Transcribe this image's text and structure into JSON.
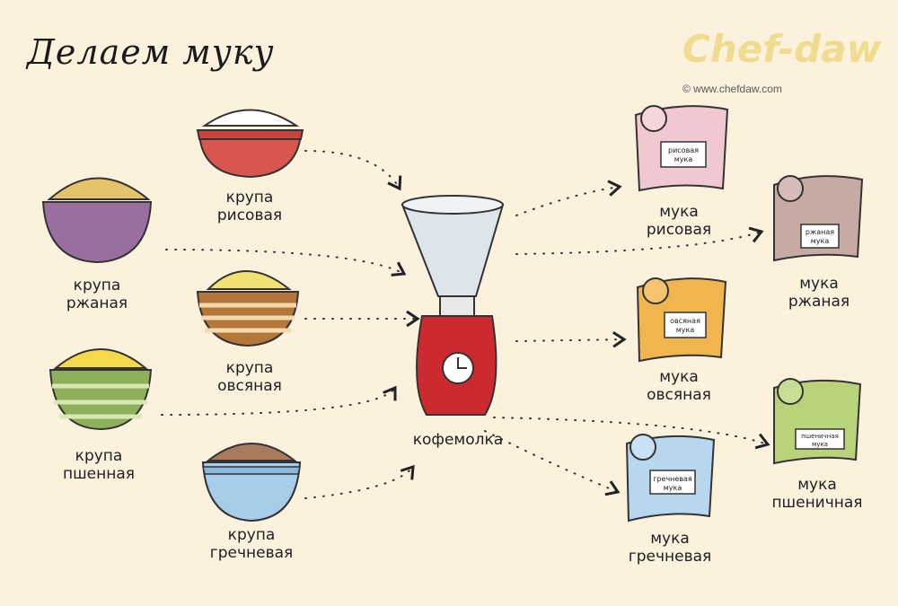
{
  "header": {
    "title": "Делаем муку",
    "brand": "Chef-daw",
    "site": "© www.chefdaw.com"
  },
  "grains": [
    {
      "id": "rice",
      "line1": "крупа",
      "line2": "рисовая"
    },
    {
      "id": "rye",
      "line1": "крупа",
      "line2": "ржаная"
    },
    {
      "id": "oat",
      "line1": "крупа",
      "line2": "овсяная"
    },
    {
      "id": "millet",
      "line1": "крупа",
      "line2": "пшенная"
    },
    {
      "id": "buckwheat",
      "line1": "крупа",
      "line2": "гречневая"
    }
  ],
  "grinder": {
    "label": "кофемолка"
  },
  "flours": [
    {
      "id": "rice",
      "bag_text1": "рисовая",
      "bag_text2": "мука",
      "line1": "мука",
      "line2": "рисовая"
    },
    {
      "id": "rye",
      "bag_text1": "ржаная",
      "bag_text2": "мука",
      "line1": "мука",
      "line2": "ржаная"
    },
    {
      "id": "oat",
      "bag_text1": "овсяная",
      "bag_text2": "мука",
      "line1": "мука",
      "line2": "овсяная"
    },
    {
      "id": "wheat",
      "bag_text1": "пшеничная",
      "bag_text2": "мука",
      "line1": "мука",
      "line2": "пшеничная"
    },
    {
      "id": "buckwheat",
      "bag_text1": "гречневая",
      "bag_text2": "мука",
      "line1": "мука",
      "line2": "гречневая"
    }
  ],
  "colors": {
    "background": "#fbf1dd",
    "rice_bowl": "#d9564f",
    "rye_bowl": "#9a6f9f",
    "oat_bowl": "#b5763a",
    "millet_bowl": "#8fb05a",
    "buckwheat_bowl": "#a8cde8",
    "grinder_body": "#cc2a2f",
    "grinder_glass": "#dde4ea",
    "rice_bag": "#f2c8d0",
    "rye_bag": "#c8aaa4",
    "oat_bag": "#f0b54e",
    "wheat_bag": "#b8d37a",
    "buckwheat_bag": "#b7d7ef"
  }
}
